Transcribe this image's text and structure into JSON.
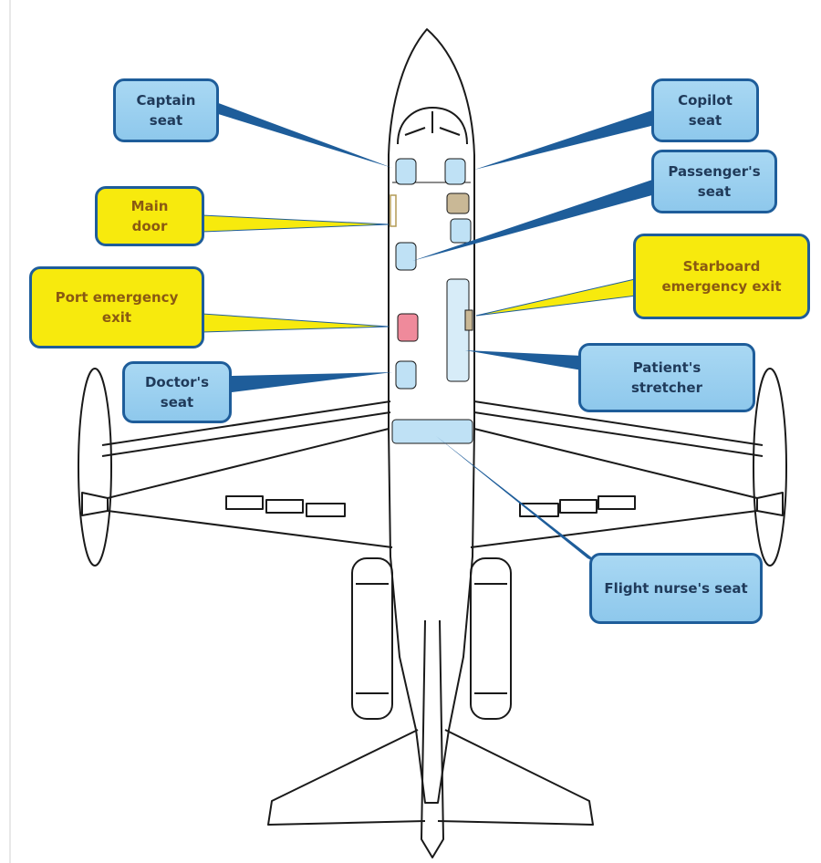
{
  "callouts": {
    "captain_seat": "Captain\nseat",
    "copilot_seat": "Copilot\nseat",
    "passenger_seat": "Passenger's\nseat",
    "main_door": "Main\ndoor",
    "starboard_exit": "Starboard\nemergency exit",
    "port_exit": "Port emergency\nexit",
    "patient_stretcher": "Patient's\nstretcher",
    "doctor_seat": "Doctor's\nseat",
    "flight_nurse_seat": "Flight nurse's seat"
  },
  "colors": {
    "callout_blue": "#a9d8f3",
    "callout_yellow": "#f7ea0d",
    "callout_border": "#1e5d9a",
    "leader_line": "#1e5d9a",
    "seat": "#bfe1f5",
    "door_panel": "#c9b896",
    "exit_panel": "#ef8a9b",
    "outline": "#1a1a1a"
  },
  "icons": [
    "airplane-top-view"
  ]
}
